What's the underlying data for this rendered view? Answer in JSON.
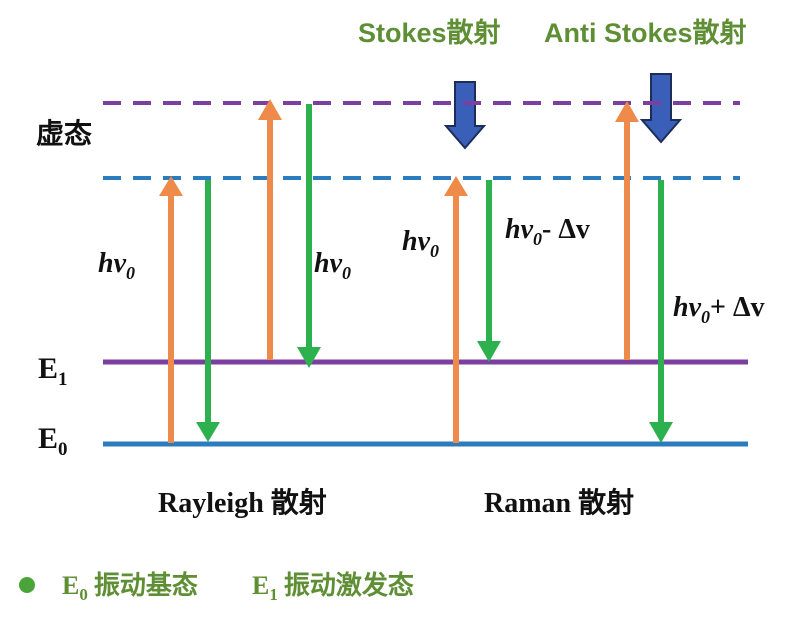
{
  "header": {
    "stokes_label": "Stokes散射",
    "anti_stokes_label": "Anti Stokes散射"
  },
  "levels": {
    "virtual_label": "虚态",
    "e1_label_main": "E",
    "e1_label_sub": "1",
    "e0_label_main": "E",
    "e0_label_sub": "0"
  },
  "arrows": {
    "hv0_main": "hv",
    "hv0_sub": "0",
    "stokes_main": "hv",
    "stokes_sub": "0",
    "stokes_suffix": "- Δv",
    "anti_main": "hv",
    "anti_sub": "0",
    "anti_suffix": "+ Δv"
  },
  "captions": {
    "rayleigh": "Rayleigh 散射",
    "raman": "Raman 散射"
  },
  "legend": {
    "e0_main": "E",
    "e0_sub": "0",
    "e0_text": "振动基态",
    "e1_main": "E",
    "e1_sub": "1",
    "e1_text": "振动激发态"
  },
  "colors": {
    "virtual_upper": "#7b3fa0",
    "virtual_lower": "#2b7bbf",
    "level_e1": "#7b3fa0",
    "level_e0": "#2b7bbf",
    "excitation_arrow": "#ee8a4a",
    "emission_arrow": "#2db04e",
    "scatter_indicator": "#3a5fb8",
    "green_text": "#5e8f34",
    "legend_dot": "#4aa43a"
  }
}
